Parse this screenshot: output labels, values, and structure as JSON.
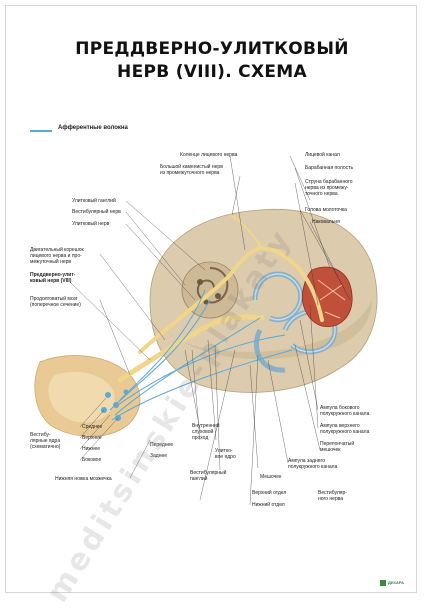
{
  "title": {
    "line1": "ПРЕДДВЕРНО-УЛИТКОВЫЙ",
    "line2": "НЕРВ (VIII). СХЕМА"
  },
  "legend": {
    "afferent": "Афферентные волокна",
    "color": "#5aa9d6"
  },
  "colors": {
    "bone": "#d9c8aa",
    "nerve": "#f2d98a",
    "afferent": "#5aa9d6",
    "muscle": "#c0503a",
    "brainstem": "#e8c893"
  },
  "labels": {
    "geniculum": "Коленцe лицевого нерва",
    "greater_petrosal": "Большой каменистый нерв\nиз промежуточного нерва",
    "cochlear_ganglion": "Улитковый ганглий",
    "vestibular_nerve": "Вестибулярный нерв",
    "cochlear_nerve": "Улитковый нерв",
    "motor_root": "Двигательный корешок\nлицевого нерва и про-\nмежуточный нерв",
    "vestibulocochlear": "Преддверно-улит-\nковый нерв (VIII)",
    "medulla": "Продолговатый мозг\n(поперечное сечение)",
    "vestibular_nuclei": "Вестибу-\nлярные ядра\n(схематично)",
    "medial": "Среднее",
    "superior": "Верхнее",
    "inferior": "Нижнее",
    "lateral": "Боковое",
    "inferior_cerebellar": "Нижняя ножка мозжечка",
    "anterior": "Переднее",
    "posterior": "Заднее",
    "internal_acoustic": "Внутренний\nслуховой\nпроход",
    "cochlear_nucleus": "Улитко-\nвое ядро",
    "vestibular_ganglion": "Вестибулярный\nганглий",
    "facial_canal": "Лицевой канал",
    "tympanic_cavity": "Барабанная полость",
    "chorda_tympani": "Струна барабанного\nнерва из промежу-\nточного нерва",
    "malleus_head": "Голова молоточка",
    "incus": "Наковальня",
    "lateral_ampulla": "Ампула бокового\nполукружного канала",
    "superior_ampulla": "Ампула верхнего\nполукружного канала",
    "utricle": "Перепончатый\nмешочек",
    "posterior_ampulla": "Ампула заднего\nполукружного канала",
    "saccule": "Мешочек",
    "upper_division": "Верхний отдел",
    "lower_division": "Нижний отдел",
    "vestibular_nerve_2": "Вестибуляр-\nного нерва"
  },
  "watermark": "meditsinskie-plakaty",
  "logo_text": "ДЕКАРА"
}
